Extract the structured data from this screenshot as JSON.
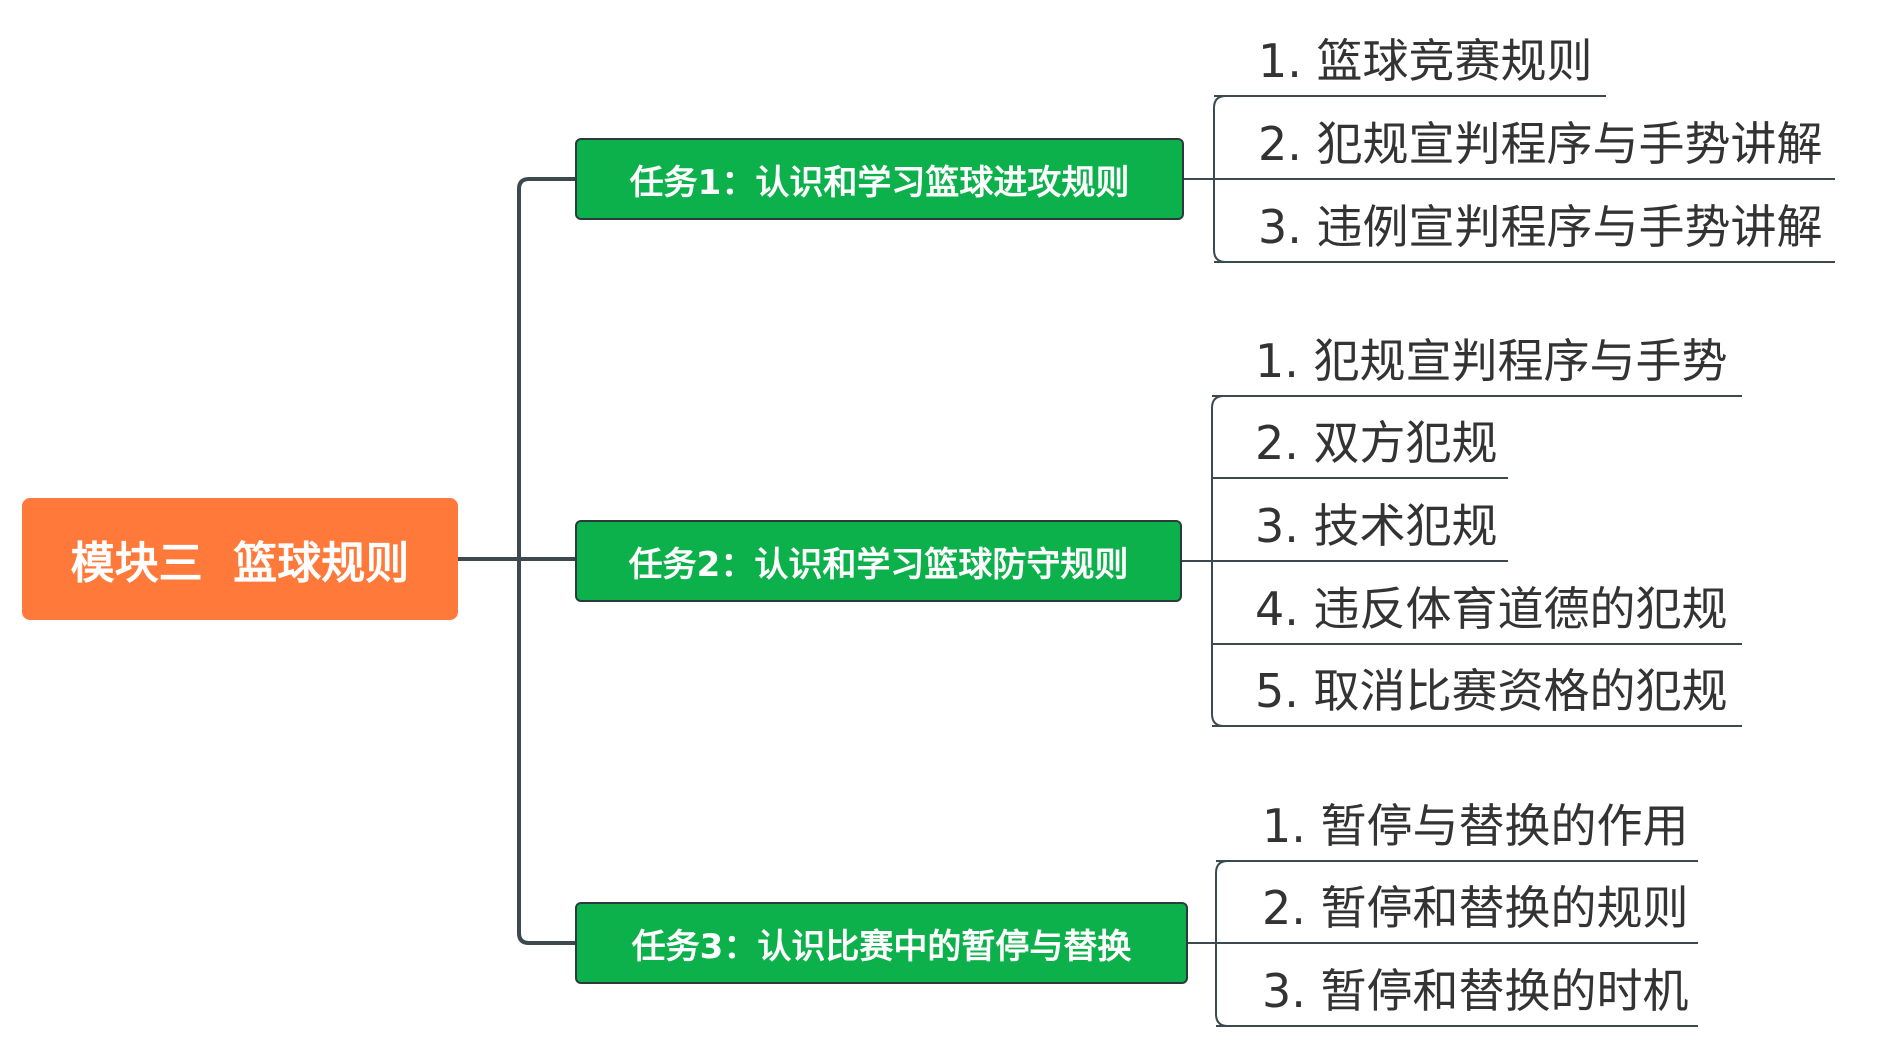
{
  "colors": {
    "root_fill": "#ff7a3a",
    "task_fill": "#0db14b",
    "connector": "#3c4a50",
    "leaf_text": "#333333"
  },
  "root": {
    "label": "模块三  篮球规则"
  },
  "tasks": [
    {
      "label": "任务1：认识和学习篮球进攻规则",
      "children": [
        "1. 篮球竞赛规则",
        "2. 犯规宣判程序与手势讲解",
        "3. 违例宣判程序与手势讲解"
      ]
    },
    {
      "label": "任务2：认识和学习篮球防守规则",
      "children": [
        "1. 犯规宣判程序与手势",
        "2. 双方犯规",
        "3. 技术犯规",
        "4. 违反体育道德的犯规",
        "5. 取消比赛资格的犯规"
      ]
    },
    {
      "label": "任务3：认识比赛中的暂停与替换",
      "children": [
        "1. 暂停与替换的作用",
        "2. 暂停和替换的规则",
        "3. 暂停和替换的时机"
      ]
    }
  ]
}
